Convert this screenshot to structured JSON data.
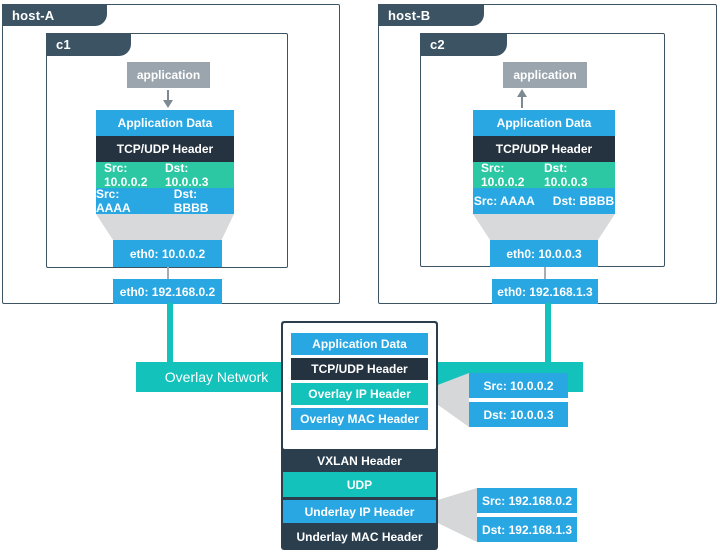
{
  "colors": {
    "slate": "#3C5364",
    "dark_header": "#24333F",
    "packet_container": "#2A3E4E",
    "blue": "#29A7E3",
    "mint": "#2BC8A3",
    "teal": "#12C2BB",
    "application_gray": "#9BA5AD",
    "funnel_gray": "#D8D9DA"
  },
  "hosts": [
    {
      "label": "host-A",
      "container_label": "c1",
      "application_label": "application",
      "arrow_direction": "down",
      "stack": {
        "app_data": "Application Data",
        "transport": "TCP/UDP Header",
        "ip_src": "Src: 10.0.0.2",
        "ip_dst": "Dst: 10.0.0.3",
        "mac_src": "Src: AAAA",
        "mac_dst": "Dst: BBBB"
      },
      "eth0_container": "eth0: 10.0.0.2",
      "eth0_host": "eth0: 192.168.0.2"
    },
    {
      "label": "host-B",
      "container_label": "c2",
      "application_label": "application",
      "arrow_direction": "up",
      "stack": {
        "app_data": "Application Data",
        "transport": "TCP/UDP Header",
        "ip_src": "Src: 10.0.0.2",
        "ip_dst": "Dst: 10.0.0.3",
        "mac_src": "Src: AAAA",
        "mac_dst": "Dst: BBBB"
      },
      "eth0_container": "eth0: 10.0.0.3",
      "eth0_host": "eth0: 192.168.1.3"
    }
  ],
  "overlay_network_label": "Overlay Network",
  "packet": {
    "application_data": "Application Data",
    "transport": "TCP/UDP Header",
    "overlay_ip": "Overlay IP Header",
    "overlay_mac": "Overlay MAC Header",
    "vxlan": "VXLAN Header",
    "udp": "UDP",
    "underlay_ip": "Underlay IP Header",
    "underlay_mac": "Underlay MAC Header"
  },
  "callouts": {
    "overlay_ip": {
      "src": "Src: 10.0.0.2",
      "dst": "Dst: 10.0.0.3"
    },
    "underlay_ip": {
      "src": "Src: 192.168.0.2",
      "dst": "Dst: 192.168.1.3"
    }
  }
}
